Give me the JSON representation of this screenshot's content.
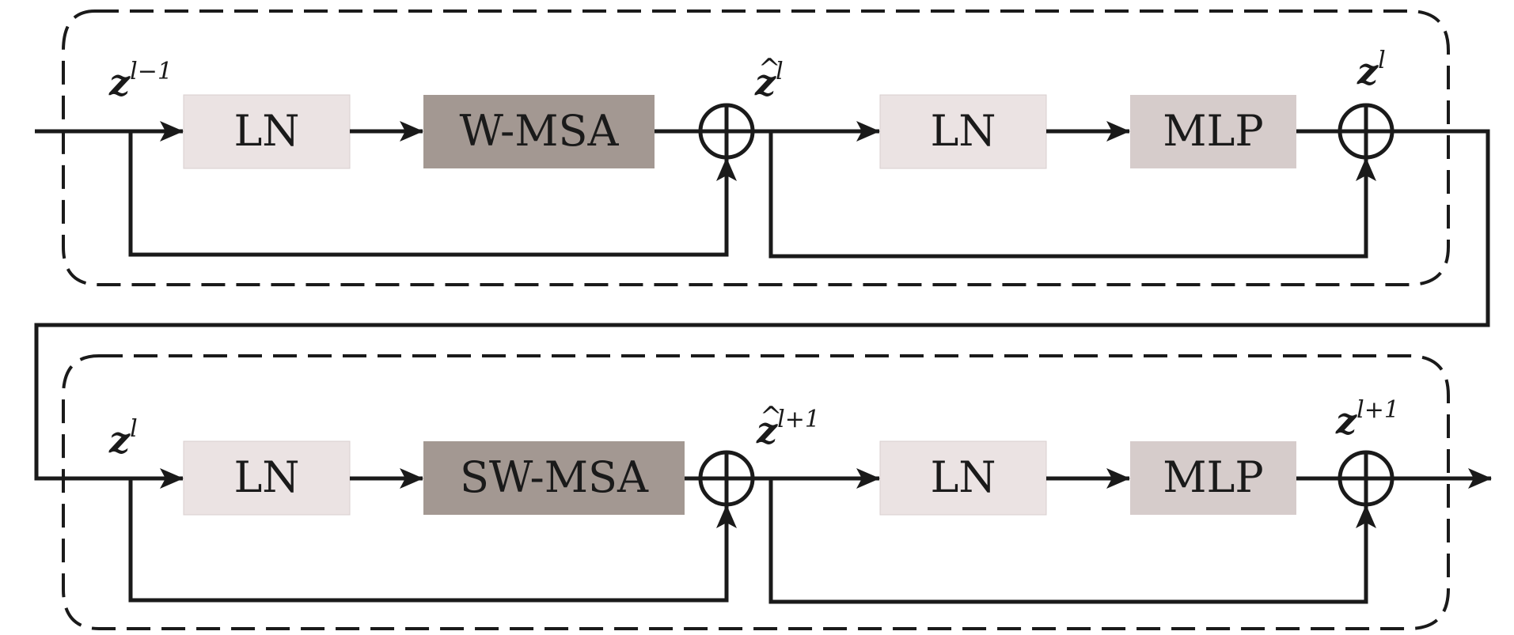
{
  "colors": {
    "ln_fill": "#ebe3e3",
    "msa_fill": "#a39892",
    "mlp_fill": "#d6cccb",
    "stroke": "#1a1a1a",
    "dashed": "#1a1a1a"
  },
  "block1": {
    "input_var": {
      "base": "z",
      "sup": "l−1"
    },
    "ln1_label": "LN",
    "attn_label": "W-MSA",
    "mid_var": {
      "base": "z",
      "sup": "l"
    },
    "ln2_label": "LN",
    "mlp_label": "MLP",
    "out_var": {
      "base": "z",
      "sup": "l"
    }
  },
  "block2": {
    "input_var": {
      "base": "z",
      "sup": "l"
    },
    "ln1_label": "LN",
    "attn_label": "SW-MSA",
    "mid_var": {
      "base": "z",
      "sup": "l+1"
    },
    "ln2_label": "LN",
    "mlp_label": "MLP",
    "out_var": {
      "base": "z",
      "sup": "l+1"
    }
  },
  "symbols": {
    "hat": "^"
  }
}
